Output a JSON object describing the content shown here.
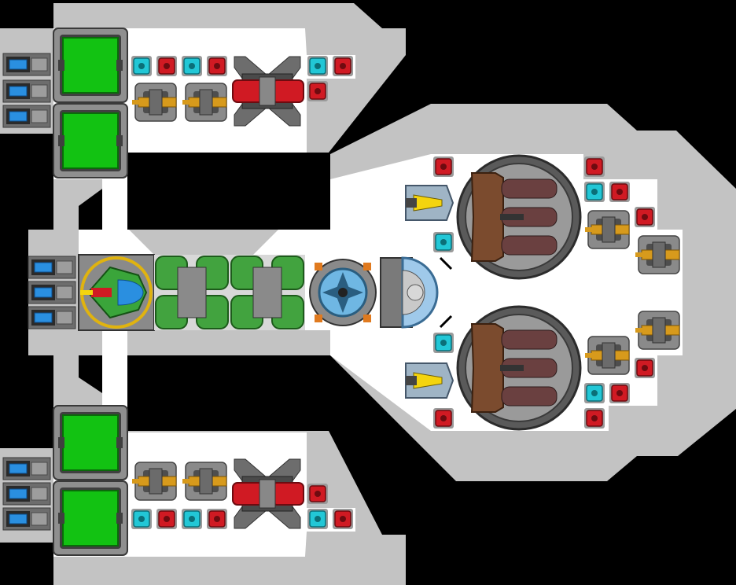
{
  "scene": {
    "kind": "ship-layout-editor",
    "background_color": "#000000",
    "hull_color": "#c3c3c3",
    "floor_color": "#ffffff",
    "slot_colors": {
      "cyan": "#22c7d6",
      "red": "#d01a23",
      "green_panel": "#12c212",
      "tank_green": "#42a33f",
      "gold": "#d79a1c",
      "brown": "#7b4b2e",
      "blue_thruster": "#2a8fe0"
    }
  },
  "modules": {
    "upper_wing": {
      "thrusters": 3,
      "cargo_bays": 2,
      "slots_row": [
        "cyan",
        "red",
        "cyan",
        "red"
      ],
      "slots_row_right": [
        "cyan",
        "red"
      ],
      "slot_extra": [
        "red"
      ],
      "turrets": 2,
      "reactor": 1
    },
    "lower_wing": {
      "thrusters": 3,
      "cargo_bays": 2,
      "slots_row": [
        "cyan",
        "red",
        "cyan",
        "red"
      ],
      "slots_row_right": [
        "cyan",
        "red"
      ],
      "slot_extra": [
        "red"
      ],
      "turrets": 2,
      "reactor": 1
    },
    "spine": {
      "thrusters": 3,
      "cockpit": 1,
      "fuel_tanks": 2,
      "gyroscope": 1,
      "sensor_dome": 1
    },
    "battery_upper": {
      "cannon_mount": 1,
      "side_slots": [
        "red",
        "red",
        "cyan",
        "red"
      ],
      "turrets": 2,
      "lasers": 1
    },
    "battery_lower": {
      "cannon_mount": 1,
      "side_slots": [
        "red",
        "cyan",
        "red",
        "red",
        "cyan"
      ],
      "turrets": 2,
      "lasers": 1
    }
  }
}
